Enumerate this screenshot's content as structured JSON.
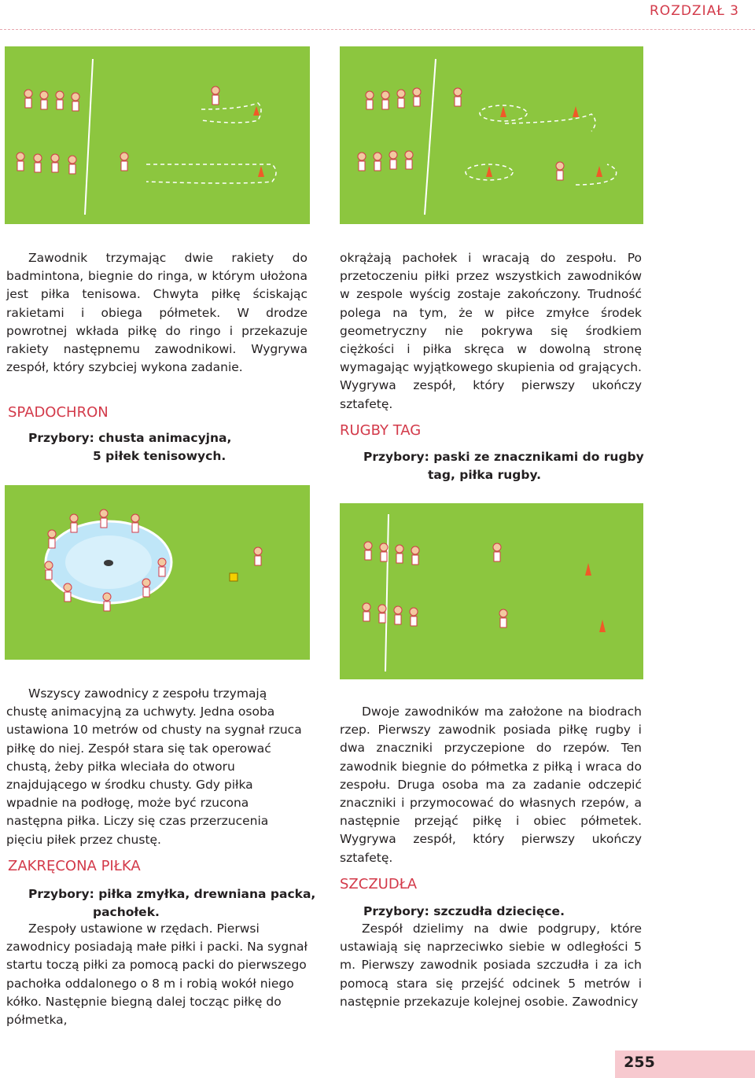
{
  "header": {
    "chapter": "ROZDZIAŁ 3"
  },
  "left_top": {
    "text": "Zawodnik trzymając dwie rakiety do badmintona, biegnie do ringa, w którym ułożona jest piłka tenisowa. Chwyta piłkę ściskając rakietami i obiega półmetek. W drodze powrotnej wkłada piłkę do ringo i przekazuje rakiety następnemu zawodnikowi. Wygrywa zespół, który szybciej wykona zadanie.",
    "heading": "SPADOCHRON",
    "equip_line1": "Przybory: chusta animacyjna,",
    "equip_line2": "5 piłek tenisowych."
  },
  "right_top": {
    "text": "okrążają pachołek i wracają do zespołu. Po przetoczeniu piłki przez wszystkich zawodników w zespole wyścig zostaje zakończony. Trudność polega na tym, że w piłce zmyłce środek geometryczny nie pokrywa się środkiem ciężkości i piłka skręca w dowolną stronę wymagając wyjątkowego skupienia od grających. Wygrywa zespół, który pierwszy ukończy sztafetę.",
    "heading": "RUGBY TAG",
    "equip_line1": "Przybory: paski ze znacznikami do rugby",
    "equip_line2": "tag, piłka rugby."
  },
  "left_bottom": {
    "text": "Wszyscy zawodnicy z zespołu trzymają chustę animacyjną za uchwyty. Jedna osoba ustawiona 10 metrów od chusty na sygnał rzuca piłkę do niej. Zespół stara się tak operować chustą, żeby piłka wleciała do otworu znajdującego w środku chusty. Gdy piłka wpadnie na podłogę, może być rzucona następna piłka. Liczy się czas przerzucenia pięciu piłek przez chustę.",
    "heading": "ZAKRĘCONA PIŁKA",
    "equip_line1": "Przybory: piłka zmyłka, drewniana packa,",
    "equip_line2": "pachołek.",
    "text2": "Zespoły ustawione w rzędach. Pierwsi zawodnicy posiadają małe piłki i packi. Na sygnał startu toczą piłki za pomocą packi do pierwszego pachołka oddalonego o 8 m i robią wokół niego kółko. Następnie biegną dalej tocząc piłkę do półmetka,"
  },
  "right_bottom": {
    "text": "Dwoje zawodników ma założone na biodrach rzep. Pierwszy zawodnik posiada piłkę rugby i dwa znaczniki przyczepione do rzepów. Ten zawodnik biegnie do półmetka z piłką i wraca do zespołu. Druga osoba ma za zadanie odczepić znaczniki i przymocować do własnych rzepów, a następnie przejąć piłkę i obiec półmetek. Wygrywa zespół, który pierwszy ukończy sztafetę.",
    "heading": "SZCZUDŁA",
    "equip_line1": "Przybory: szczudła dziecięce.",
    "text2": "Zespół dzielimy na dwie podgrupy, które ustawiają się naprzeciwko siebie w odległości 5 m. Pierwszy zawodnik posiada szczudła i za ich pomocą stara się przejść odcinek 5 metrów i następnie przekazuje kolejnej osobie. Zawodnicy"
  },
  "footer": {
    "page_number": "255"
  },
  "colors": {
    "accent": "#d33a4a",
    "field": "#8cc63f",
    "page_box": "#f7c9cf"
  }
}
